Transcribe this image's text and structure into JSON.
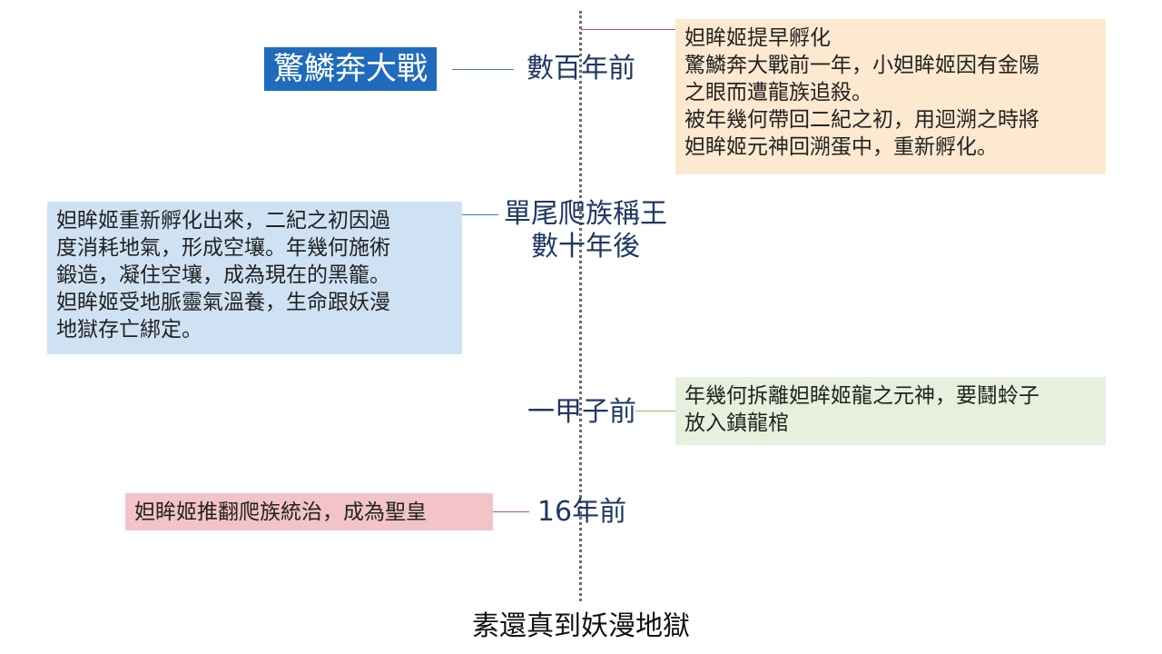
{
  "timeline": {
    "bottom_title": "素還真到妖漫地獄",
    "events": [
      {
        "label_lines": [
          "數百年前"
        ],
        "tag": "驚鱗奔大戰",
        "box": {
          "lines": [
            "妲眸姬提早孵化",
            "驚鱗奔大戰前一年，小妲眸姬因有金陽",
            "之眼而遭龍族追殺。",
            "被年幾何帶回二紀之初，用迴溯之時將",
            "妲眸姬元神回溯蛋中，重新孵化。"
          ],
          "color": "#fde9d0",
          "line_color": "#c0504d"
        },
        "tag_line_color": "#1f6bbd"
      },
      {
        "label_lines": [
          "單尾爬族稱王",
          "數十年後"
        ],
        "box": {
          "lines": [
            "妲眸姬重新孵化出來，二紀之初因過",
            "度消耗地氣，形成空壤。年幾何施術",
            "鍛造，凝住空壤，成為現在的黑籠。",
            "妲眸姬受地脈靈氣溫養，生命跟妖漫",
            "地獄存亡綁定。"
          ],
          "color": "#cfe2f3",
          "line_color": "#4a7ebb"
        }
      },
      {
        "label_lines": [
          "一甲子前"
        ],
        "box": {
          "lines": [
            "年幾何拆離妲眸姬龍之元神，要鬪蛉子",
            "放入鎮龍棺"
          ],
          "color": "#e6f0dc",
          "line_color": "#8fb86a"
        }
      },
      {
        "label_lines": [
          "16年前"
        ],
        "box": {
          "lines": [
            "妲眸姬推翻爬族統治，成為聖皇"
          ],
          "color": "#f2c4c8",
          "line_color": "#c0504d"
        }
      }
    ]
  }
}
